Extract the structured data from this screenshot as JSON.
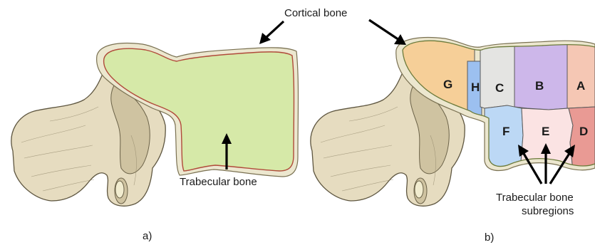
{
  "labels": {
    "cortical_bone": "Cortical bone",
    "trabecular_bone": "Trabecular bone",
    "subregions_line1": "Trabecular bone",
    "subregions_line2": "subregions",
    "panel_a": "a)",
    "panel_b": "b)"
  },
  "regions": [
    {
      "letter": "A",
      "color": "#f5c7b4"
    },
    {
      "letter": "B",
      "color": "#cdb7ea"
    },
    {
      "letter": "C",
      "color": "#e4e4e2"
    },
    {
      "letter": "D",
      "color": "#e99a94"
    },
    {
      "letter": "E",
      "color": "#fbe3e3"
    },
    {
      "letter": "F",
      "color": "#bcd8f5"
    },
    {
      "letter": "G",
      "color": "#f6cf98"
    },
    {
      "letter": "H",
      "color": "#9cc0f0"
    }
  ],
  "colors": {
    "trabecular": "#d6e9a8",
    "cortical_outline": "#b04a3a",
    "bone": "#e6dcc0"
  }
}
